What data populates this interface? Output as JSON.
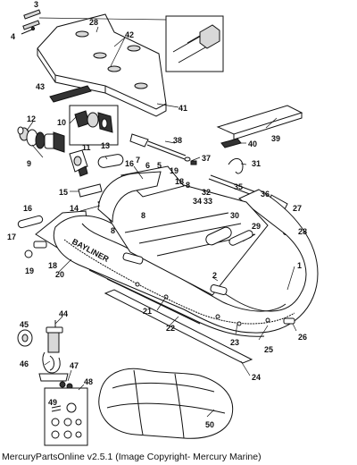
{
  "caption": "MercuryPartsOnline v2.5.1 (Image Copyright- Mercury Marine)",
  "brand_label": "BAYLINER",
  "callouts": {
    "c1": "1",
    "c2": "2",
    "c3": "3",
    "c4": "4",
    "c5": "5",
    "c6": "6",
    "c7": "7",
    "c8a": "8",
    "c8b": "8",
    "c8c": "8",
    "c9": "9",
    "c10": "10",
    "c11": "11",
    "c12": "12",
    "c13": "13",
    "c14": "14",
    "c15": "15",
    "c16a": "16",
    "c16b": "16",
    "c17": "17",
    "c18a": "18",
    "c18b": "18",
    "c19a": "19",
    "c19b": "19",
    "c20": "20",
    "c21": "21",
    "c22": "22",
    "c23": "23",
    "c24": "24",
    "c25": "25",
    "c26": "26",
    "c27": "27",
    "c28a": "28",
    "c28b": "28",
    "c29": "29",
    "c30": "30",
    "c31": "31",
    "c32": "32",
    "c33": "33",
    "c34": "34",
    "c35": "35",
    "c36": "36",
    "c37": "37",
    "c38": "38",
    "c39": "39",
    "c40": "40",
    "c41": "41",
    "c42": "42",
    "c43": "43",
    "c44": "44",
    "c45": "45",
    "c46": "46",
    "c47": "47",
    "c48": "48",
    "c49": "49",
    "c50": "50"
  }
}
